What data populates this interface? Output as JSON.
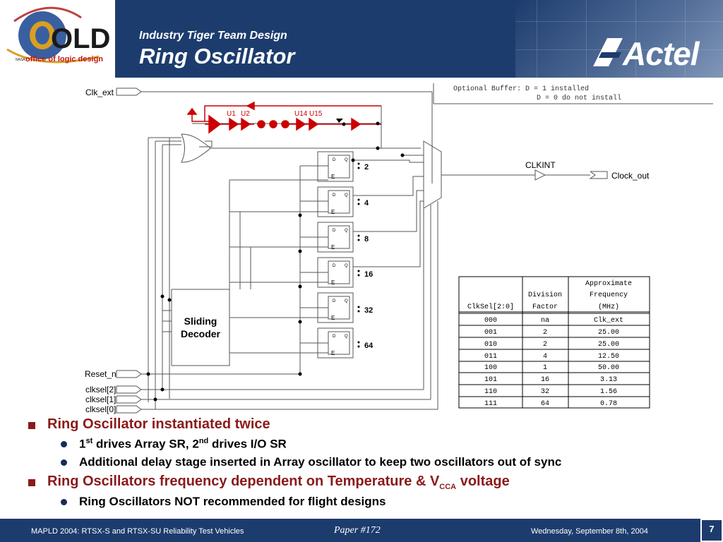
{
  "header": {
    "logo_text": "OLD",
    "logo_subtext": "office of logic design",
    "logo_nasa": "NASA",
    "subtitle": "Industry Tiger Team Design",
    "title": "Ring Oscillator",
    "brand": "Actel"
  },
  "schematic": {
    "note_line1": "Optional Buffer: D = 1 installed",
    "note_line2": "D = 0 do not install",
    "clk_ext": "Clk_ext",
    "u1": "U1",
    "u2": "U2",
    "u14": "U14",
    "u15": "U15",
    "clkint": "CLKINT",
    "clock_out": "Clock_out",
    "div2": "2",
    "div4": "4",
    "div8": "8",
    "div16": "16",
    "div32": "32",
    "div64": "64",
    "ff_d": "D",
    "ff_q": "Q",
    "ff_e": "E",
    "decoder_line1": "Sliding",
    "decoder_line2": "Decoder",
    "reset_n": "Reset_n",
    "clksel2": "clksel[2]",
    "clksel1": "clksel[1]",
    "clksel0": "clksel[0]"
  },
  "table": {
    "headers": [
      [
        "",
        "",
        "Approximate"
      ],
      [
        "",
        "Division",
        "Frequency"
      ],
      [
        "ClkSel[2:0]",
        "Factor",
        "(MHz)"
      ]
    ],
    "rows": [
      [
        "000",
        "na",
        "Clk_ext"
      ],
      [
        "001",
        "2",
        "25.00"
      ],
      [
        "010",
        "2",
        "25.00"
      ],
      [
        "011",
        "4",
        "12.50"
      ],
      [
        "100",
        "1",
        "50.00"
      ],
      [
        "101",
        "16",
        "3.13"
      ],
      [
        "110",
        "32",
        "1.56"
      ],
      [
        "111",
        "64",
        "0.78"
      ]
    ]
  },
  "bullets": {
    "b1": "Ring Oscillator instantiated twice",
    "b1a_1": "1",
    "b1a_sup1": "st",
    "b1a_2": " drives Array SR, 2",
    "b1a_sup2": "nd",
    "b1a_3": " drives I/O SR",
    "b1b": "Additional delay stage inserted in Array oscillator to keep two oscillators out of sync",
    "b2_1": "Ring Oscillators frequency dependent on Temperature & V",
    "b2_sub": "CCA",
    "b2_2": " voltage",
    "b2a": "Ring Oscillators NOT recommended for flight designs"
  },
  "footer": {
    "left": "MAPLD 2004: RTSX-S and RTSX-SU Reliability Test Vehicles",
    "center": "Paper #172",
    "right": "Wednesday, September 8th, 2004",
    "page": "7"
  },
  "colors": {
    "header_bg": "#1d3c6e",
    "accent_red": "#cc0000",
    "bullet_red": "#8b1a1a"
  }
}
